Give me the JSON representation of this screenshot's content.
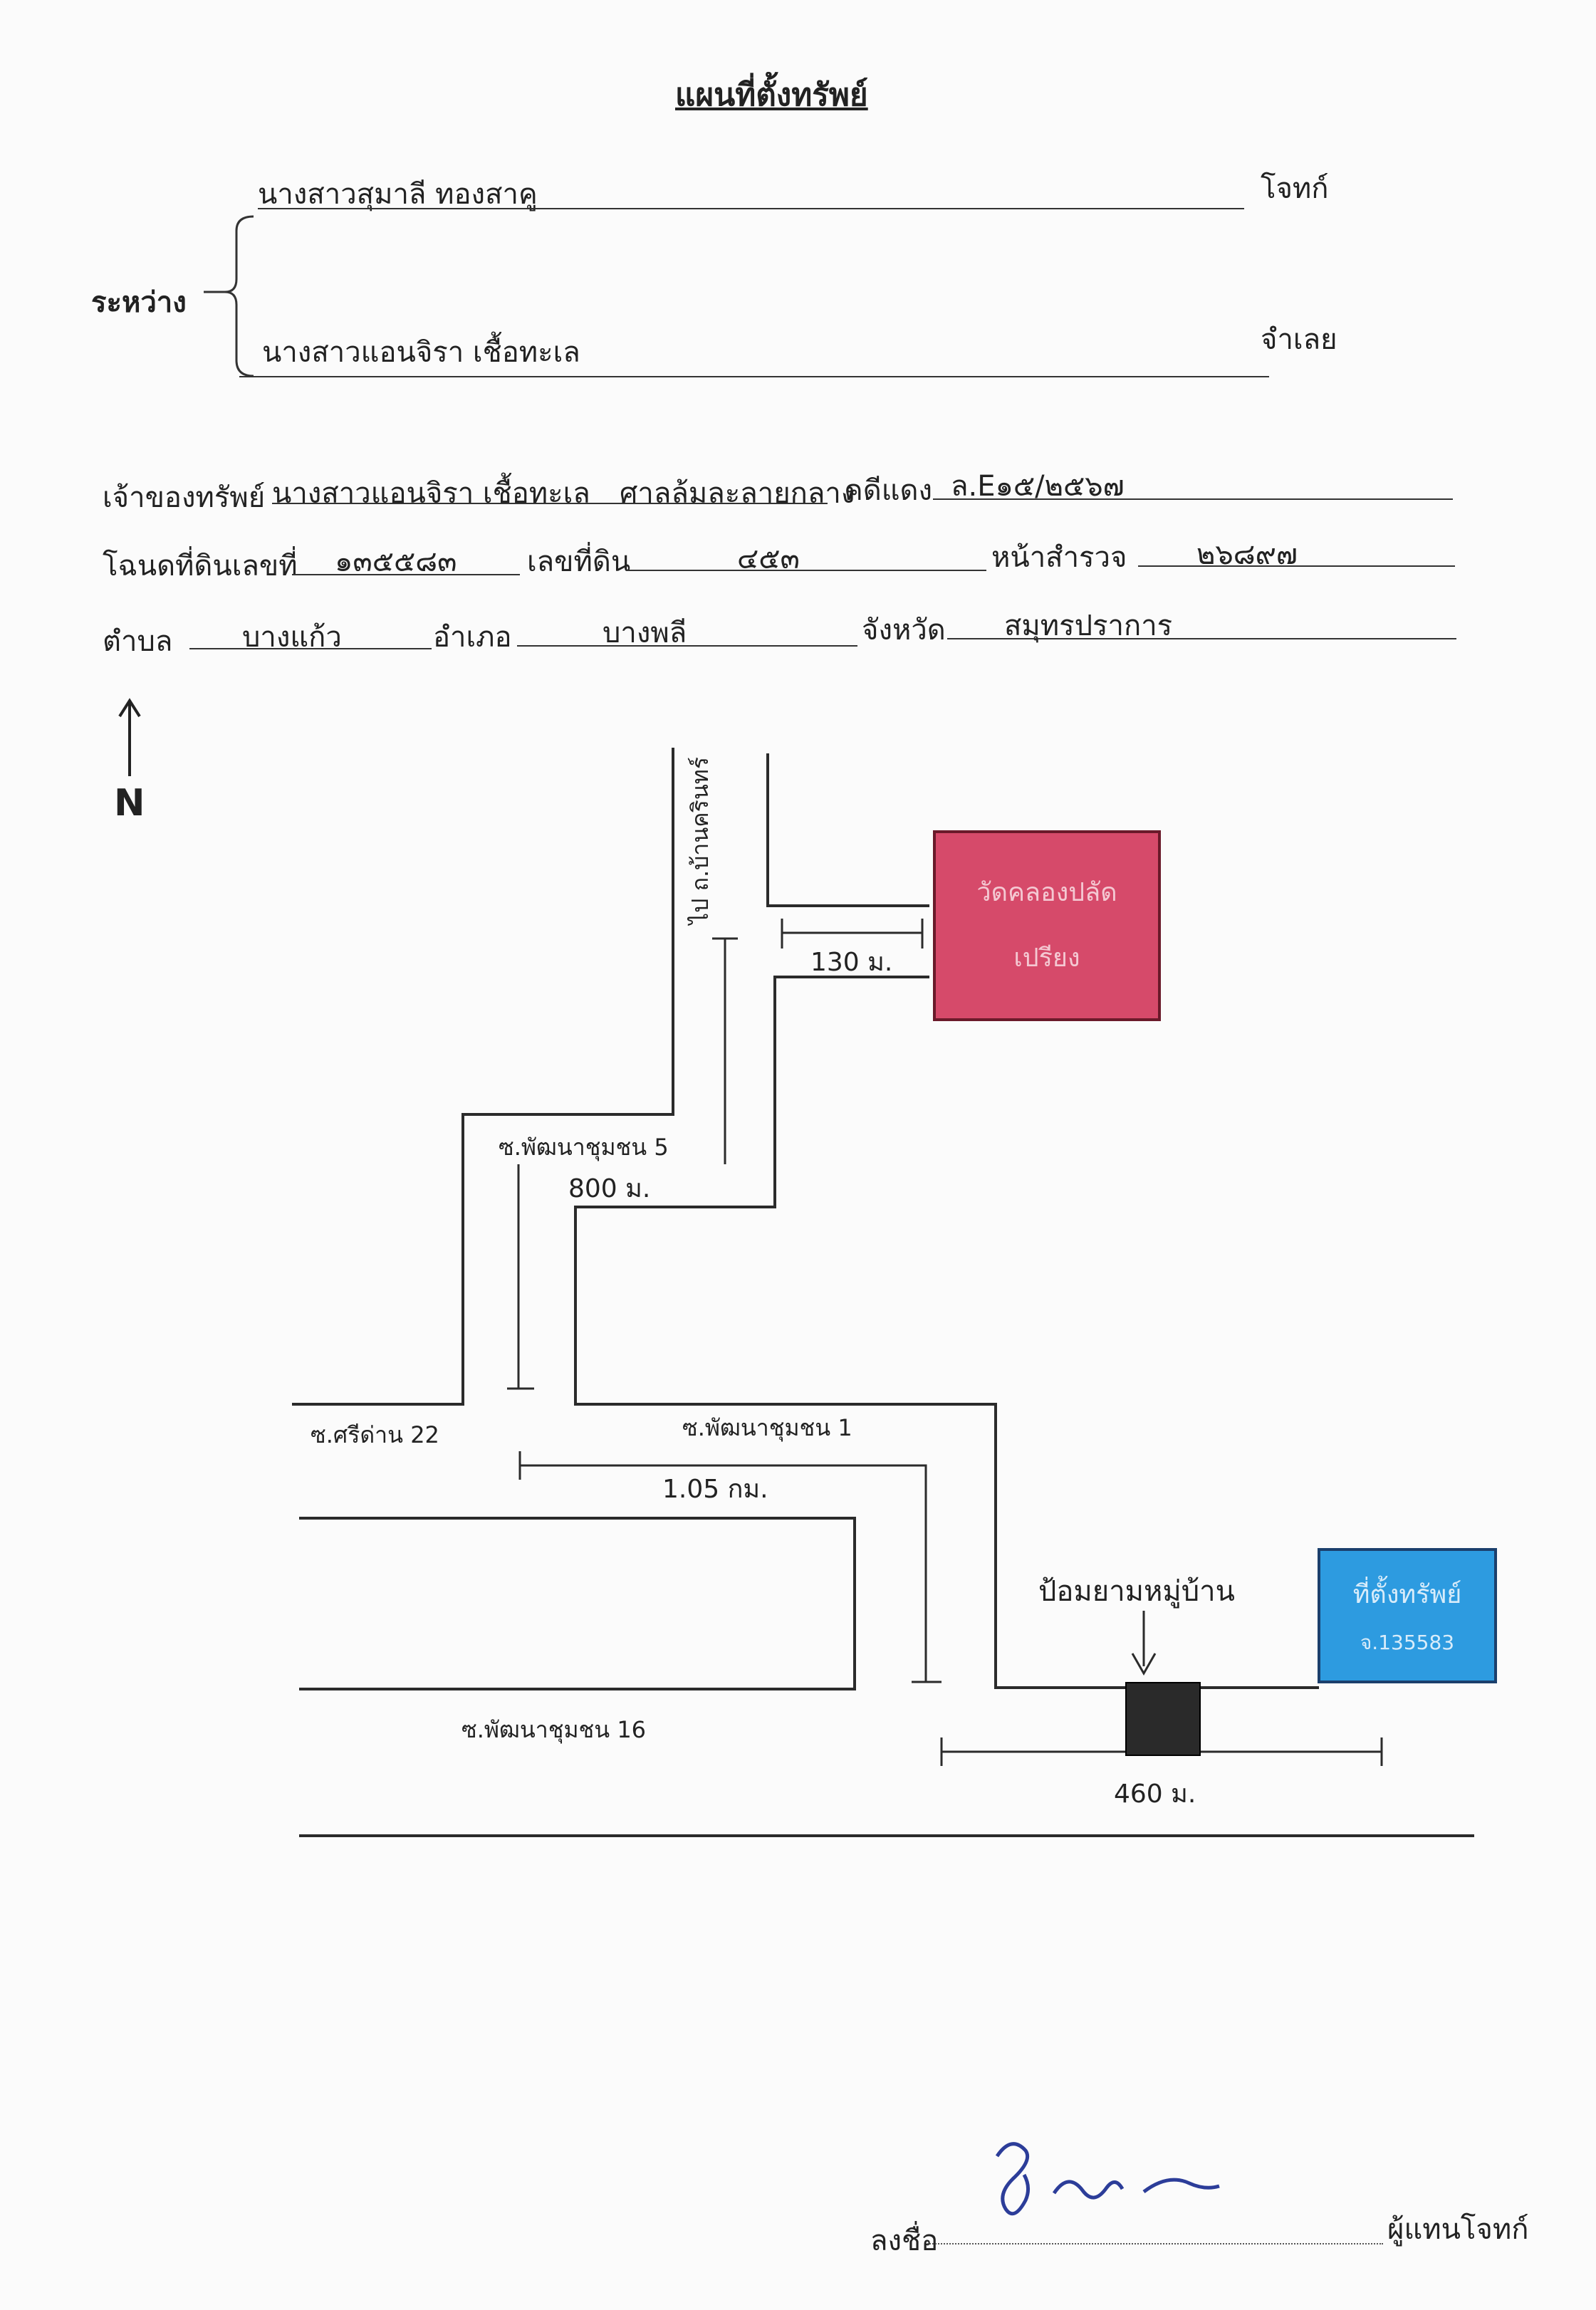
{
  "doc": {
    "title": "แผนที่ตั้งทรัพย์",
    "between_label": "ระหว่าง",
    "plaintiff_name": "นางสาวสุมาลี ทองสาคู",
    "plaintiff_role": "โจทก์",
    "defendant_name": "นางสาวแอนจิรา เชื้อทะเล",
    "defendant_role": "จำเลย"
  },
  "details": {
    "owner_label": "เจ้าของทรัพย์",
    "owner_value": "นางสาวแอนจิรา เชื้อทะเล",
    "court_value": "ศาลล้มละลายกลาง",
    "case_label": "คดีแดง",
    "case_value": "ล.E๑๕/๒๕๖๗",
    "deed_label": "โฉนดที่ดินเลขที่",
    "deed_value": "๑๓๕๕๘๓",
    "land_label": "เลขที่ดิน",
    "land_value": "๔๕๓",
    "survey_label": "หน้าสำรวจ",
    "survey_value": "๒๖๘๙๗",
    "subdistrict_label": "ตำบล",
    "subdistrict_value": "บางแก้ว",
    "district_label": "อำเภอ",
    "district_value": "บางพลี",
    "province_label": "จังหวัด",
    "province_value": "สมุทรปราการ"
  },
  "map": {
    "north_label": "N",
    "road_bannakarin": "ไป ถ.บ้านครินทร์",
    "road_soi5": "ซ.พัฒนาชุมชน 5",
    "road_sridan22": "ซ.ศรีด่าน 22",
    "road_soi1": "ซ.พัฒนาชุมชน 1",
    "road_soi16": "ซ.พัฒนาชุมชน 16",
    "dist_130": "130 ม.",
    "dist_800": "800 ม.",
    "dist_105": "1.05 กม.",
    "dist_460": "460 ม.",
    "temple_line1": "วัดคลองปลัด",
    "temple_line2": "เปรียง",
    "temple_color": "#d64a6a",
    "guard_label": "ป้อมยามหมู่บ้าน",
    "property_line1": "ที่ตั้งทรัพย์",
    "property_line2": "จ.135583",
    "property_color": "#2d9be0"
  },
  "signature": {
    "sign_label": "ลงชื่อ",
    "role": "ผู้แทนโจทก์"
  }
}
